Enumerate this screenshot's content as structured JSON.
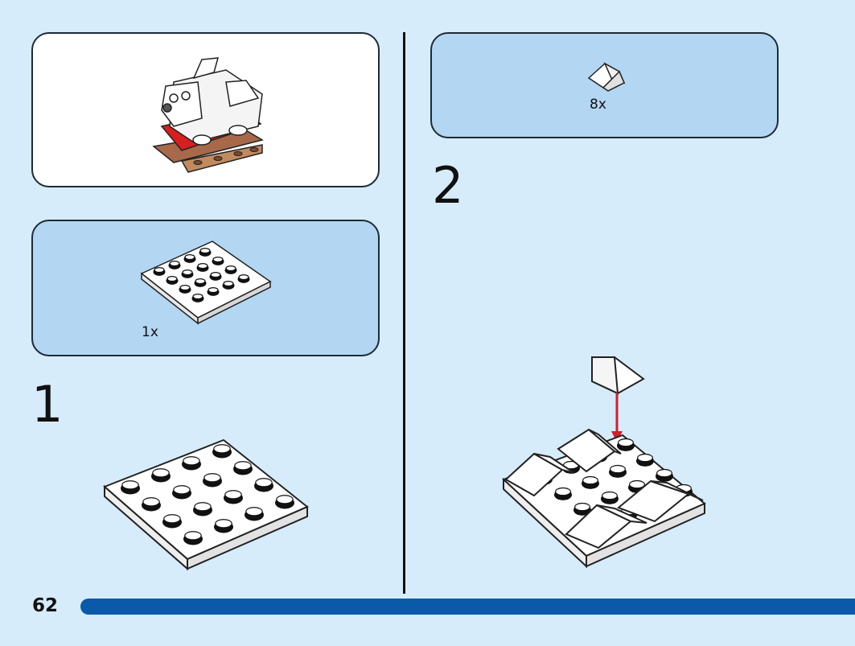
{
  "page": {
    "number": "62",
    "background_color": "#d6ecfb",
    "accent_color": "#0a5aa9"
  },
  "preview": {
    "image_subject": "polar-bear-on-sled-model"
  },
  "step1": {
    "number": "1",
    "parts": [
      {
        "part": "plate-4x4-white",
        "quantity": "1x"
      }
    ]
  },
  "step2": {
    "number": "2",
    "parts": [
      {
        "part": "slope-white",
        "quantity": "8x"
      }
    ],
    "arrow_color": "#d0202a"
  }
}
